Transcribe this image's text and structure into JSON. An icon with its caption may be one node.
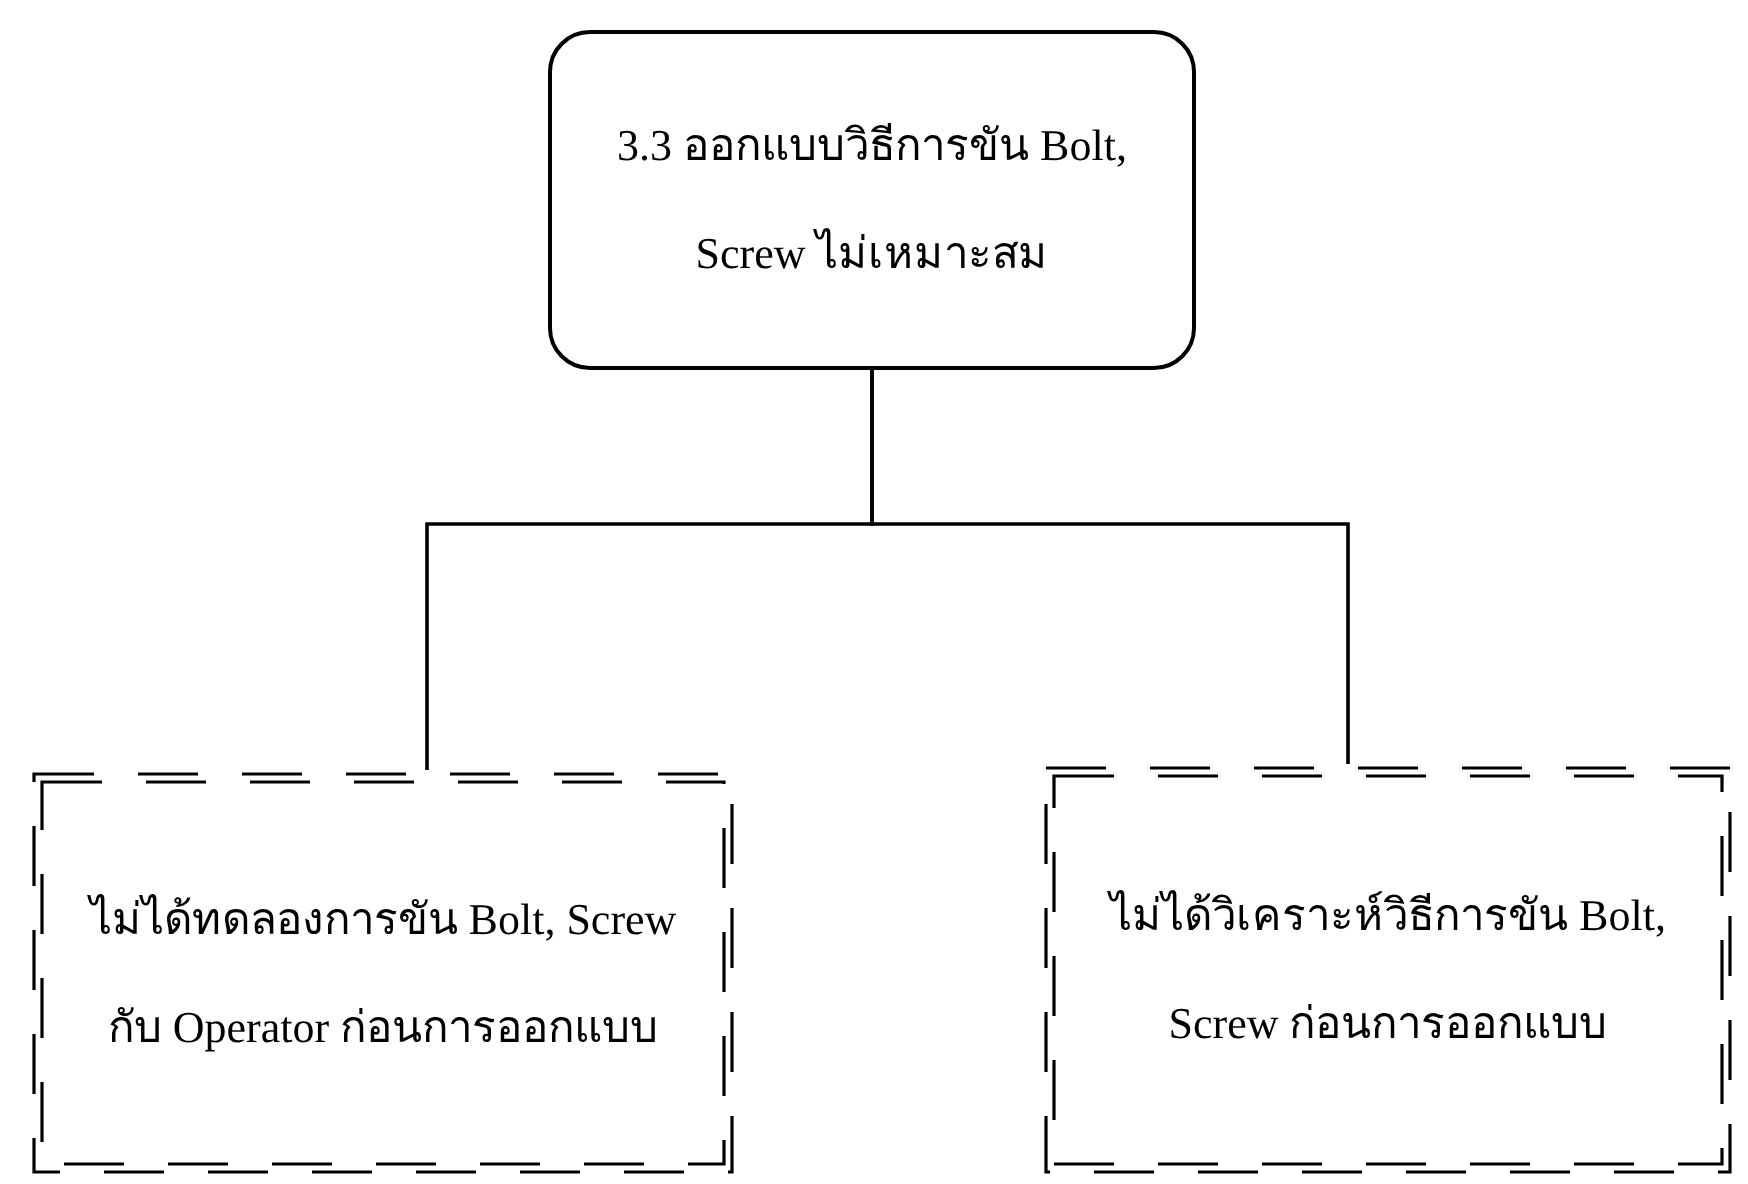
{
  "diagram": {
    "nodes": [
      {
        "text": [
          "3.3 ออกแบบวิธีการขัน Bolt, Screw ไม่เหมาะสม"
        ]
      },
      {
        "text": [
          "ไม่ได้ทดลองการขัน Bolt, Screw กับ Operator ก่อนการออกแบบ"
        ]
      },
      {
        "text": [
          "ไม่ได้วิเคราะห์วิธีการขัน Bolt, Screw ก่อนการออกแบบ"
        ]
      }
    ],
    "edges": [
      {
        "from": 0,
        "to": 1,
        "arrow": "none"
      },
      {
        "from": 0,
        "to": 2,
        "arrow": "none"
      }
    ]
  }
}
